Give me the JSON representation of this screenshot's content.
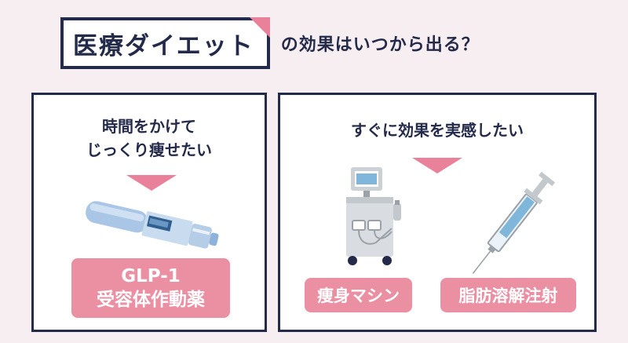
{
  "title": {
    "boxed": "医療ダイエット",
    "suffix": "の効果はいつから出る？"
  },
  "left_panel": {
    "heading_line1": "時間をかけて",
    "heading_line2": "じっくり痩せたい",
    "label_line1": "GLP-1",
    "label_line2": "受容体作動薬"
  },
  "right_panel": {
    "heading": "すぐに効果を実感したい",
    "label_machine": "痩身マシン",
    "label_injection": "脂肪溶解注射"
  },
  "colors": {
    "navy": "#232a4a",
    "pink": "#e9819a",
    "label_pink": "#eb8fa3",
    "background": "#f7eef1"
  }
}
